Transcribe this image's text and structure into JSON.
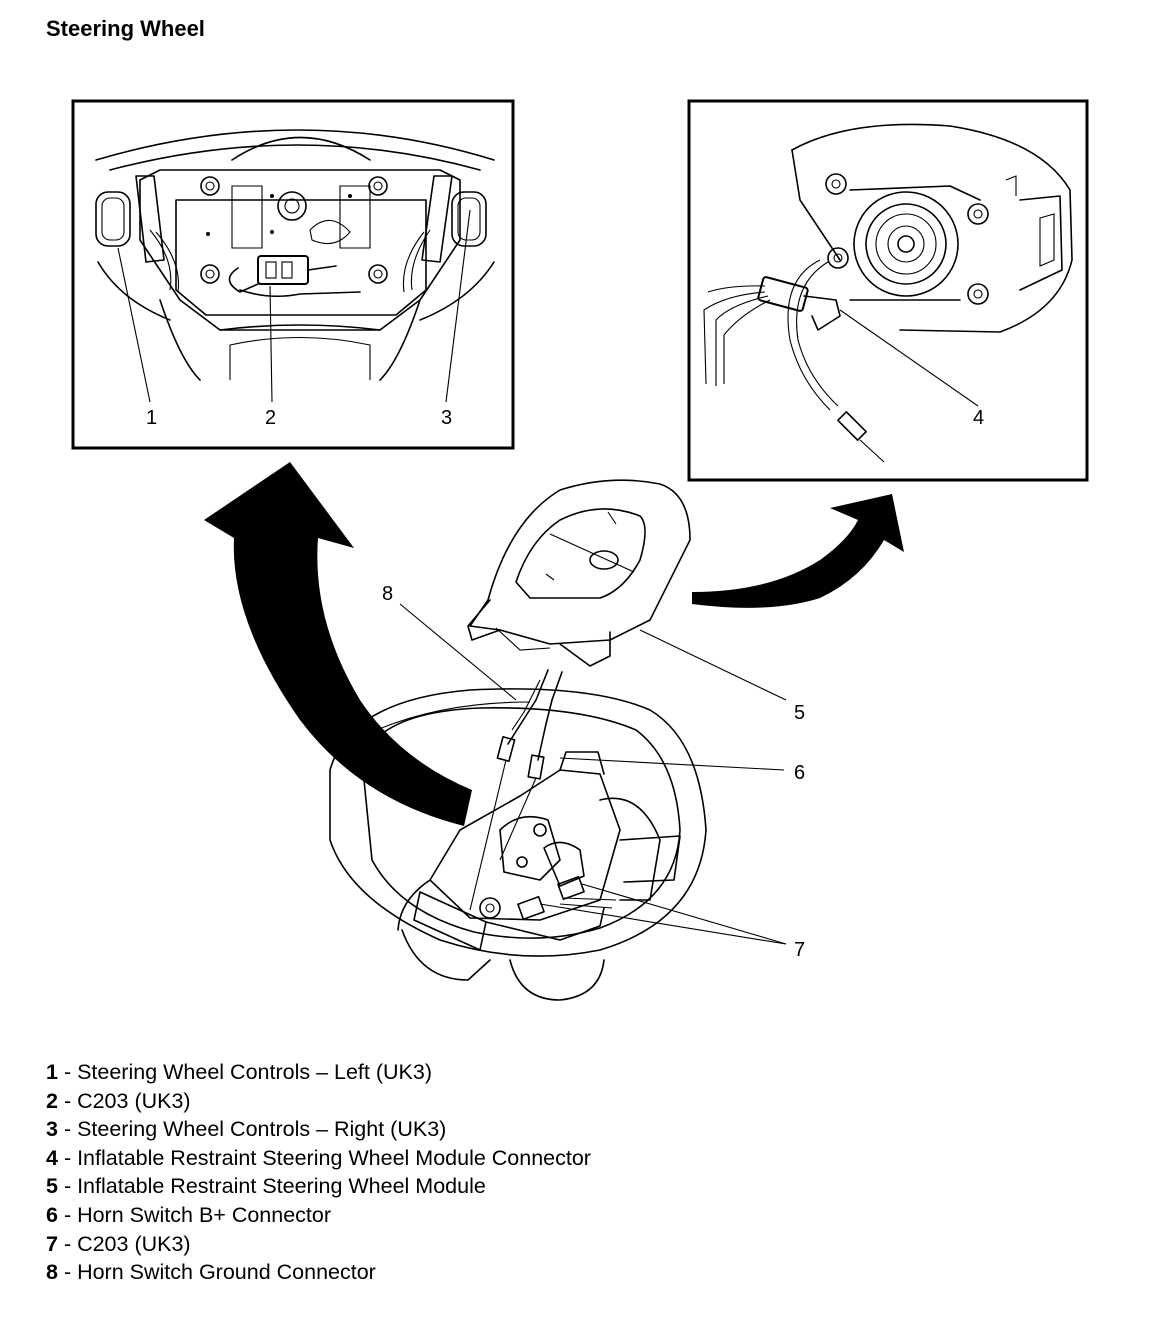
{
  "title": "Steering Wheel",
  "callouts": [
    "1",
    "2",
    "3",
    "4",
    "5",
    "6",
    "7",
    "8"
  ],
  "legend": [
    {
      "num": "1",
      "sep": " - ",
      "text": "Steering Wheel Controls – Left (UK3)"
    },
    {
      "num": "2",
      "sep": " - ",
      "text": "C203 (UK3)"
    },
    {
      "num": "3",
      "sep": " - ",
      "text": "Steering Wheel Controls – Right (UK3)"
    },
    {
      "num": "4",
      "sep": " - ",
      "text": "Inflatable Restraint Steering Wheel Module Connector"
    },
    {
      "num": "5",
      "sep": " - ",
      "text": "Inflatable Restraint Steering Wheel Module"
    },
    {
      "num": "6",
      "sep": " - ",
      "text": "Horn Switch B+ Connector"
    },
    {
      "num": "7",
      "sep": " - ",
      "text": "C203 (UK3)"
    },
    {
      "num": "8",
      "sep": " - ",
      "text": "Horn Switch Ground Connector"
    }
  ]
}
